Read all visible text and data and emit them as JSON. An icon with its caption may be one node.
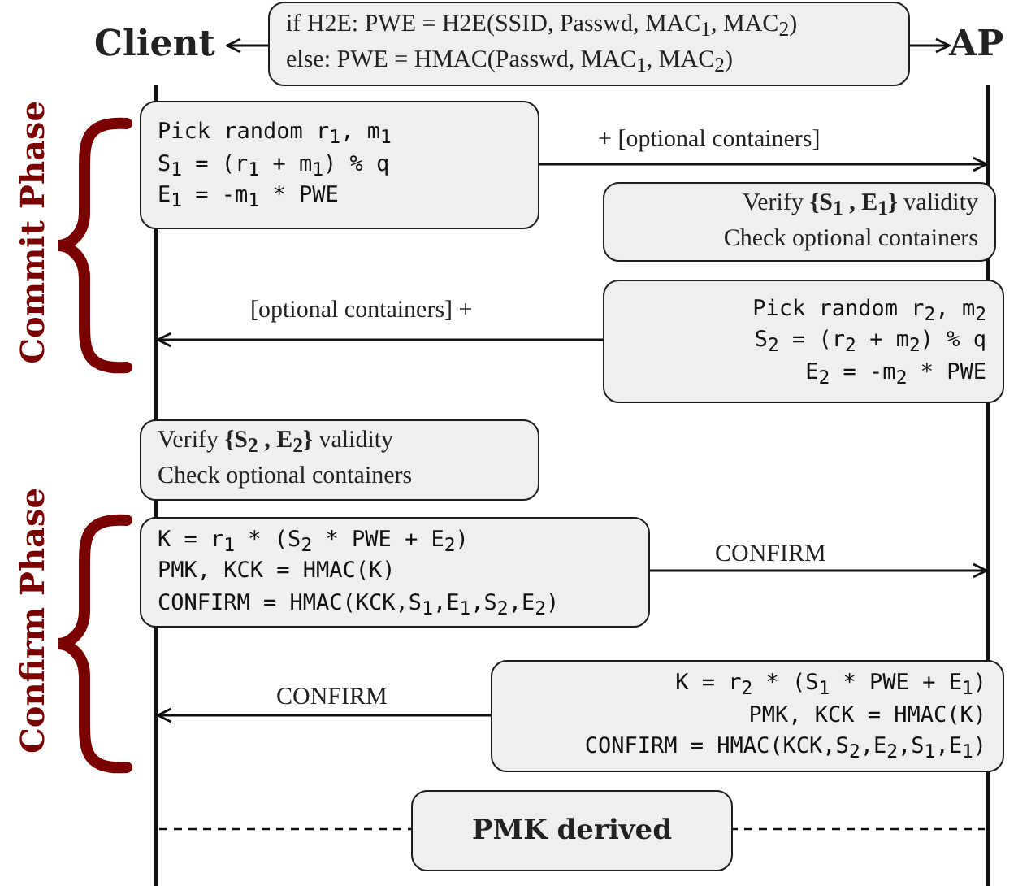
{
  "diagram": {
    "nodes": [
      {
        "text": [
          "Client"
        ]
      },
      {
        "text": [
          "AP"
        ]
      },
      {
        "text": [
          "if H2E: PWE = H2E(SSID, Passwd, MAC$_{1}$, MAC$_{2}$)",
          "else: PWE = HMAC(Passwd, MAC$_{1}$, MAC$_{2}$)"
        ]
      },
      {
        "text": [
          "Pick random r$_{1}$, m$_{1}$",
          "S$_{1}$ = (r$_{1}$ + m$_{1}$) % q",
          "E$_{1}$ = -m$_{1}$ * PWE"
        ]
      },
      {
        "text": [
          "Verify **{S$_{1}$ , E$_{1}$}** validity",
          "Check optional containers"
        ]
      },
      {
        "text": [
          "Pick random r$_{2}$, m$_{2}$",
          "S$_{2}$ = (r$_{2}$ + m$_{2}$) % q",
          "E$_{2}$ = -m$_{2}$ * PWE"
        ]
      },
      {
        "text": [
          "Verify **{S$_{2}$ , E$_{2}$}** validity",
          "Check optional containers"
        ]
      },
      {
        "text": [
          "K = r$_{1}$ * (S$_{2}$ * PWE + E$_{2}$)",
          "PMK, KCK = HMAC(K)",
          "CONFIRM = HMAC(KCK,S$_{1}$,E$_{1}$,S$_{2}$,E$_{2}$)"
        ]
      },
      {
        "text": [
          "K = r$_{2}$ * (S$_{1}$ * PWE + E$_{1}$)",
          "PMK, KCK = HMAC(K)",
          "CONFIRM = HMAC(KCK,S$_{2}$,E$_{2}$,S$_{1}$,E$_{1}$)"
        ]
      },
      {
        "text": [
          "PMK derived"
        ]
      },
      {
        "text": [],
        "shape": "line"
      },
      {
        "text": [],
        "shape": "line"
      }
    ],
    "edges": [
      {
        "from": 2,
        "to": 0,
        "arrow": "to"
      },
      {
        "from": 2,
        "to": 1,
        "arrow": "to"
      },
      {
        "from": 3,
        "to": 11,
        "arrow": "to",
        "label": "+ [optional containers]"
      },
      {
        "from": 5,
        "to": 10,
        "arrow": "to",
        "label": "[optional containers] +"
      },
      {
        "from": 7,
        "to": 11,
        "arrow": "to",
        "label": "CONFIRM"
      },
      {
        "from": 8,
        "to": 10,
        "arrow": "to",
        "label": "CONFIRM"
      }
    ],
    "labels": [
      "Commit Phase",
      "Confirm Phase"
    ]
  }
}
